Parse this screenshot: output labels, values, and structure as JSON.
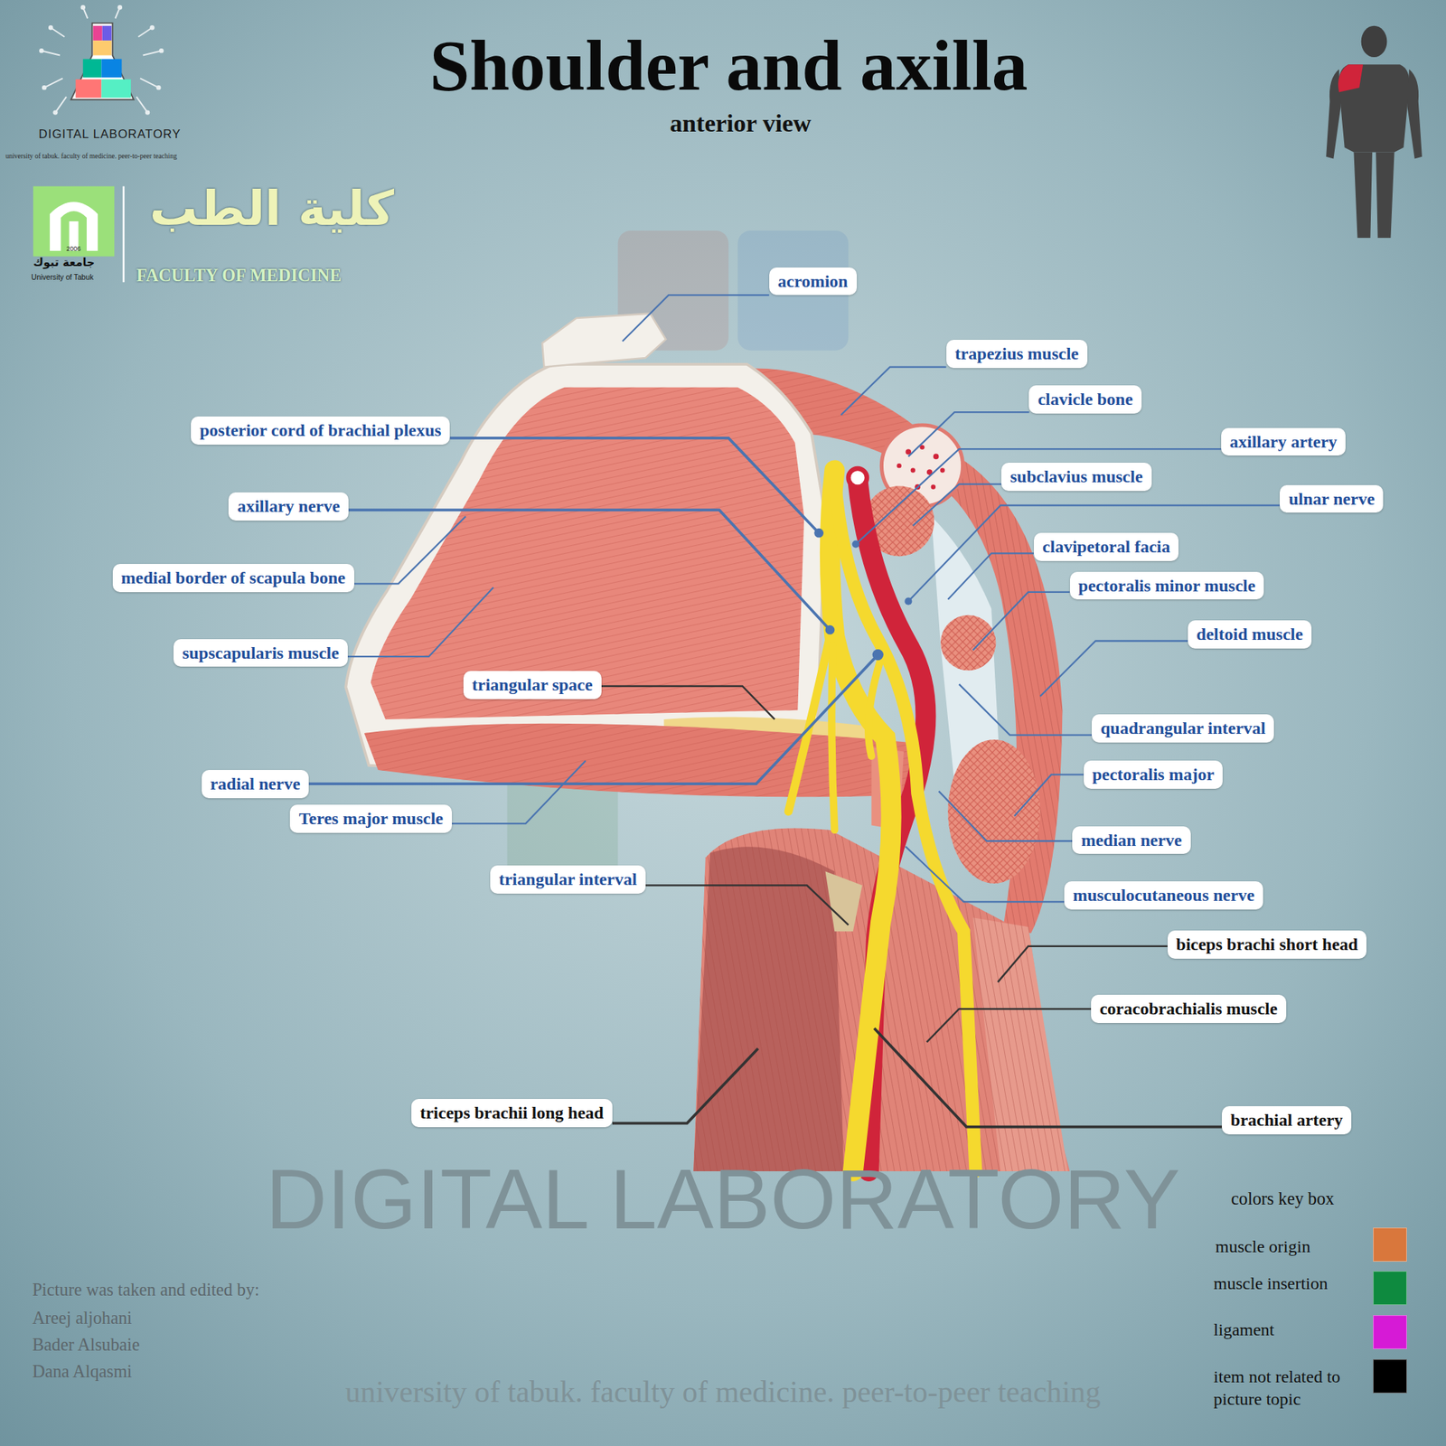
{
  "diagram": {
    "title": "Shoulder and axilla",
    "nodes": [
      {
        "text": [
          "acromion"
        ]
      },
      {
        "text": [
          "trapezius muscle"
        ]
      },
      {
        "text": [
          "clavicle bone"
        ]
      },
      {
        "text": [
          "posterior cord of brachial plexus"
        ]
      },
      {
        "text": [
          "axillary artery"
        ]
      },
      {
        "text": [
          "subclavius muscle"
        ]
      },
      {
        "text": [
          "ulnar nerve"
        ]
      },
      {
        "text": [
          "axillary nerve"
        ]
      },
      {
        "text": [
          "clavipetoral facia"
        ]
      },
      {
        "text": [
          "medial border of scapula bone"
        ]
      },
      {
        "text": [
          "pectoralis minor muscle"
        ]
      },
      {
        "text": [
          "deltoid muscle"
        ]
      },
      {
        "text": [
          "supscapularis muscle"
        ]
      },
      {
        "text": [
          "triangular space"
        ]
      },
      {
        "text": [
          "quadrangular interval"
        ]
      },
      {
        "text": [
          "pectoralis major"
        ]
      },
      {
        "text": [
          "radial nerve"
        ]
      },
      {
        "text": [
          "Teres major muscle"
        ]
      },
      {
        "text": [
          "median nerve"
        ]
      },
      {
        "text": [
          "triangular interval"
        ]
      },
      {
        "text": [
          "musculocutaneous nerve"
        ]
      },
      {
        "text": [
          "biceps brachi short head"
        ]
      },
      {
        "text": [
          "coracobrachialis muscle"
        ]
      },
      {
        "text": [
          "triceps brachii long head"
        ]
      },
      {
        "text": [
          "brachial artery"
        ]
      }
    ],
    "labels": [
      "anterior view",
      "DIGITAL LABORATORY",
      "university of tabuk. faculty of medicine. peer-to-peer teaching",
      "2006",
      "جامعة تبوك",
      "University of Tabuk",
      "كلية الطب",
      "FACULTY OF MEDICINE",
      "DIGITAL LABORATORY",
      "university of tabuk. faculty of medicine. peer-to-peer teaching",
      "Picture was taken and edited by:",
      "Areej aljohani",
      "Bader Alsubaie",
      "Dana Alqasmi",
      "colors key box"
    ],
    "legend": [
      {
        "text": "muscle origin",
        "color": "#d9773c"
      },
      {
        "text": "muscle insertion",
        "color": "#0e8a3f"
      },
      {
        "text": "ligament",
        "color": "#d61ad6"
      },
      {
        "text": "item not related to picture topic",
        "color": "#000000"
      }
    ]
  }
}
